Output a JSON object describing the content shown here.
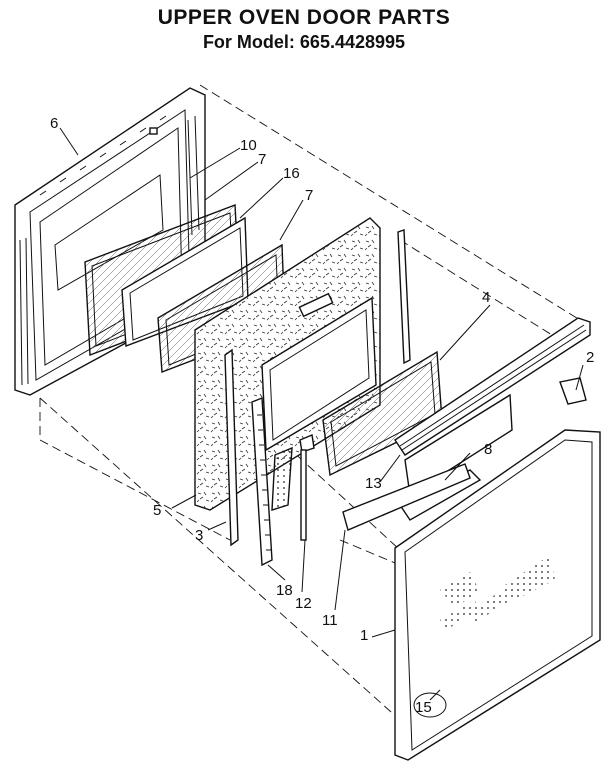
{
  "header": {
    "title": "UPPER OVEN DOOR PARTS",
    "subtitle": "For Model: 665.4428995"
  },
  "callouts": {
    "p1": "1",
    "p2": "2",
    "p3": "3",
    "p4": "4",
    "p5": "5",
    "p6": "6",
    "p7a": "7",
    "p7b": "7",
    "p8": "8",
    "p10": "10",
    "p11": "11",
    "p12": "12",
    "p13": "13",
    "p15": "15",
    "p16": "16",
    "p18": "18"
  }
}
